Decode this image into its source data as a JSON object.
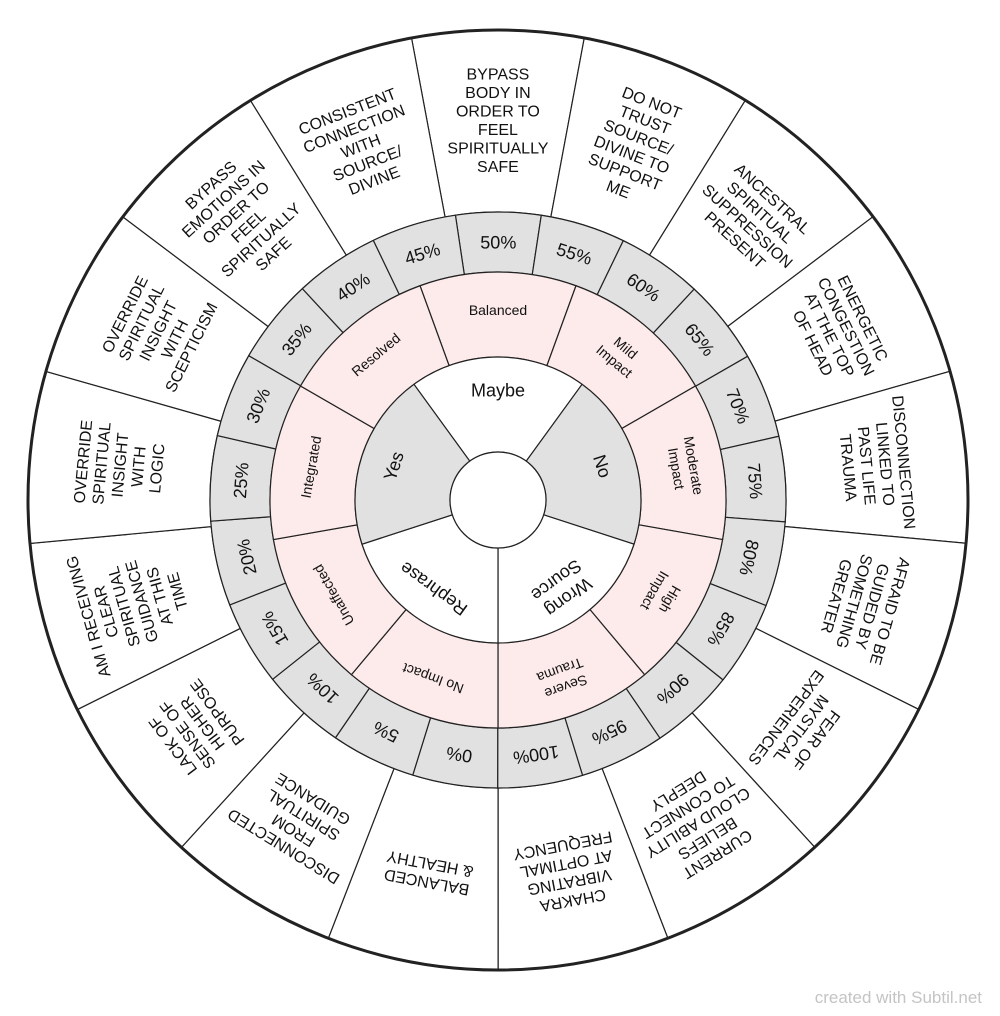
{
  "outer_ring": {
    "items": [
      [
        "BYPASS",
        "BODY IN",
        "ORDER TO",
        "FEEL",
        "SPIRITUALLY",
        "SAFE"
      ],
      [
        "DO NOT",
        "TRUST",
        "SOURCE/",
        "DIVINE TO",
        "SUPPORT",
        "ME"
      ],
      [
        "ANCESTRAL",
        "SPIRITUAL",
        "SUPPRESSION",
        "PRESENT"
      ],
      [
        "ENERGETIC",
        "CONGESTION",
        "AT THE TOP",
        "OF HEAD"
      ],
      [
        "DISCONNECTION",
        "LINKED TO",
        "PAST LIFE",
        "TRAUMA"
      ],
      [
        "AFRAID TO BE",
        "GUIDED BY",
        "SOMETHING",
        "GREATER"
      ],
      [
        "FEAR OF",
        "MYSTICAL",
        "EXPERIENCES"
      ],
      [
        "CURRENT",
        "BELIEFS",
        "CLOUD ABILITY",
        "TO CONNECT",
        "DEEPLY"
      ],
      [
        "CHAKRA",
        "VIBRATING",
        "AT OPTIMAL",
        "FREQUENCY"
      ],
      [
        "BALANCED",
        "& HEALTHY"
      ],
      [
        "DISCONNECTED",
        "FROM",
        "SPIRITUAL",
        "GUIDANCE"
      ],
      [
        "LACK OF",
        "SENSE OF",
        "HIGHER",
        "PURPOSE"
      ],
      [
        "AM I RECEIVING",
        "CLEAR",
        "SPIRITUAL",
        "GUIDANCE",
        "AT THIS",
        "TIME"
      ],
      [
        "OVERRIDE",
        "SPIRITUAL",
        "INSIGHT",
        "WITH",
        "LOGIC"
      ],
      [
        "OVERRIDE",
        "SPIRITUAL",
        "INSIGHT",
        "WITH",
        "SCEPTICISM"
      ],
      [
        "BYPASS",
        "EMOTIONS IN",
        "ORDER TO",
        "FEEL",
        "SPIRITUALLY",
        "SAFE"
      ],
      [
        "CONSISTENT",
        "CONNECTION",
        "WITH",
        "SOURCE/",
        "DIVINE"
      ]
    ]
  },
  "percent_ring": {
    "labels": [
      "50%",
      "55%",
      "60%",
      "65%",
      "70%",
      "75%",
      "80%",
      "85%",
      "90%",
      "95%",
      "100%",
      "0%",
      "5%",
      "10%",
      "15%",
      "20%",
      "25%",
      "30%",
      "35%",
      "40%",
      "45%"
    ]
  },
  "impact_ring": {
    "items": [
      [
        "Balanced"
      ],
      [
        "Mild",
        "Impact"
      ],
      [
        "Moderate",
        "Impact"
      ],
      [
        "High",
        "Impact"
      ],
      [
        "Severe",
        "Trauma"
      ],
      [
        "No Impact"
      ],
      [
        "Unaffected"
      ],
      [
        "Integrated"
      ],
      [
        "Resolved"
      ]
    ]
  },
  "answer_ring": {
    "items": [
      [
        "Maybe"
      ],
      [
        "No"
      ],
      [
        "Wrong",
        "Source"
      ],
      [
        "Rephrase"
      ],
      [
        "Yes"
      ]
    ]
  },
  "colors": {
    "gray_fill": "#e1e1e1",
    "pink_fill": "#fdeaea",
    "white_fill": "#ffffff",
    "stroke": "#222222"
  },
  "watermark": "created with Subtil.net"
}
